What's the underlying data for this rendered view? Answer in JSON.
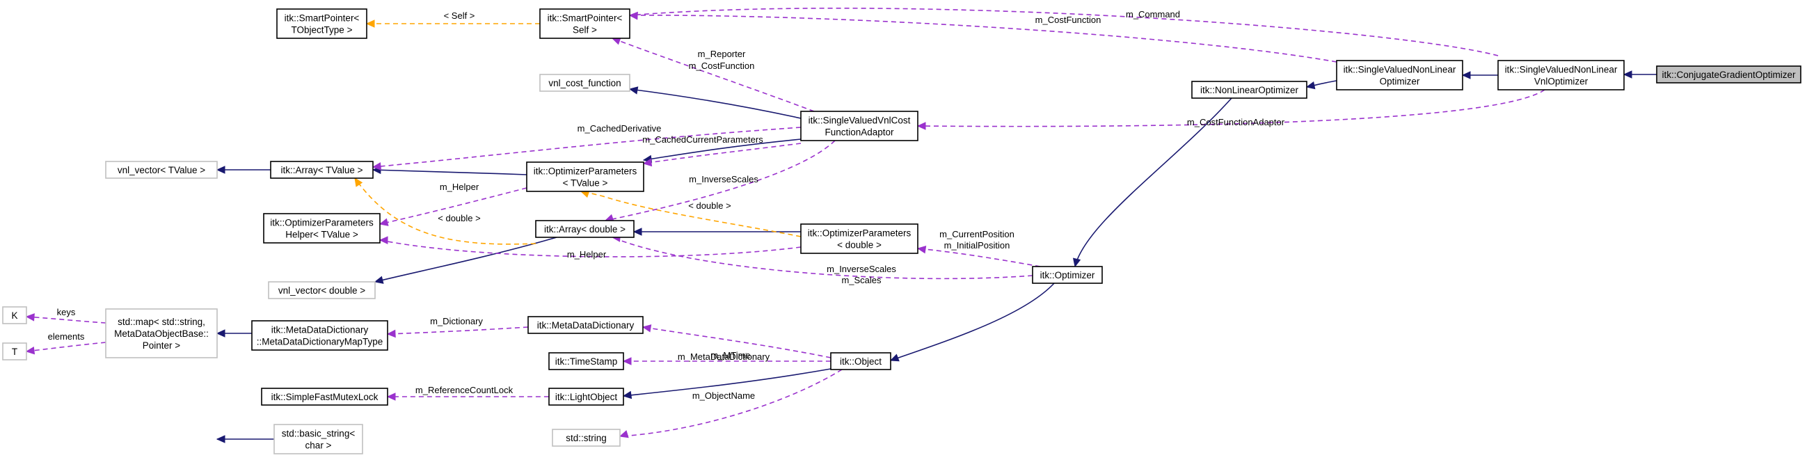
{
  "nodes": [
    {
      "id": "cgo",
      "lines": [
        "itk::ConjugateGradientOptimizer"
      ],
      "style": "root"
    },
    {
      "id": "svnlvo",
      "lines": [
        "itk::SingleValuedNonLinear",
        "VnlOptimizer"
      ],
      "style": "normal"
    },
    {
      "id": "svnlo",
      "lines": [
        "itk::SingleValuedNonLinear",
        "Optimizer"
      ],
      "style": "normal"
    },
    {
      "id": "nlo",
      "lines": [
        "itk::NonLinearOptimizer"
      ],
      "style": "normal"
    },
    {
      "id": "opt",
      "lines": [
        "itk::Optimizer"
      ],
      "style": "normal"
    },
    {
      "id": "obj",
      "lines": [
        "itk::Object"
      ],
      "style": "normal"
    },
    {
      "id": "lobj",
      "lines": [
        "itk::LightObject"
      ],
      "style": "normal"
    },
    {
      "id": "sfml",
      "lines": [
        "itk::SimpleFastMutexLock"
      ],
      "style": "normal"
    },
    {
      "id": "ts",
      "lines": [
        "itk::TimeStamp"
      ],
      "style": "normal"
    },
    {
      "id": "mdd",
      "lines": [
        "itk::MetaDataDictionary"
      ],
      "style": "normal"
    },
    {
      "id": "mddmt",
      "lines": [
        "itk::MetaDataDictionary",
        "::MetaDataDictionaryMapType"
      ],
      "style": "normal"
    },
    {
      "id": "stdmap",
      "lines": [
        "std::map< std::string,",
        "MetaDataObjectBase::",
        "Pointer >"
      ],
      "style": "external"
    },
    {
      "id": "k",
      "lines": [
        "K"
      ],
      "style": "external"
    },
    {
      "id": "t",
      "lines": [
        "T"
      ],
      "style": "external"
    },
    {
      "id": "stdstring",
      "lines": [
        "std::string"
      ],
      "style": "external"
    },
    {
      "id": "basicstr",
      "lines": [
        "std::basic_string<",
        "char >"
      ],
      "style": "external"
    },
    {
      "id": "spt",
      "lines": [
        "itk::SmartPointer<",
        "TObjectType >"
      ],
      "style": "normal"
    },
    {
      "id": "sps",
      "lines": [
        "itk::SmartPointer<",
        "Self >"
      ],
      "style": "normal"
    },
    {
      "id": "vcf",
      "lines": [
        "vnl_cost_function"
      ],
      "style": "external"
    },
    {
      "id": "svcfa",
      "lines": [
        "itk::SingleValuedVnlCost",
        "FunctionAdaptor"
      ],
      "style": "normal"
    },
    {
      "id": "vnlvt",
      "lines": [
        "vnl_vector< TValue >"
      ],
      "style": "external"
    },
    {
      "id": "arrt",
      "lines": [
        "itk::Array< TValue >"
      ],
      "style": "normal"
    },
    {
      "id": "opt_t",
      "lines": [
        "itk::OptimizerParameters",
        "< TValue >"
      ],
      "style": "normal"
    },
    {
      "id": "oph",
      "lines": [
        "itk::OptimizerParameters",
        "Helper< TValue >"
      ],
      "style": "normal"
    },
    {
      "id": "arrd",
      "lines": [
        "itk::Array< double >"
      ],
      "style": "normal"
    },
    {
      "id": "opd",
      "lines": [
        "itk::OptimizerParameters",
        "< double >"
      ],
      "style": "normal"
    },
    {
      "id": "vnlvd",
      "lines": [
        "vnl_vector< double >"
      ],
      "style": "external"
    }
  ],
  "edges": [
    {
      "id": "e1",
      "type": "inherit",
      "labels": []
    },
    {
      "id": "e2",
      "type": "inherit",
      "labels": []
    },
    {
      "id": "e3",
      "type": "inherit",
      "labels": []
    },
    {
      "id": "e4",
      "type": "inherit",
      "labels": []
    },
    {
      "id": "e5",
      "type": "inherit",
      "labels": []
    },
    {
      "id": "e6",
      "type": "inherit",
      "labels": []
    },
    {
      "id": "e7",
      "type": "inherit",
      "labels": []
    },
    {
      "id": "e8",
      "type": "inherit",
      "labels": []
    },
    {
      "id": "e9",
      "type": "inherit",
      "labels": []
    },
    {
      "id": "e10",
      "type": "inherit",
      "labels": []
    },
    {
      "id": "e11",
      "type": "inherit",
      "labels": []
    },
    {
      "id": "e12",
      "type": "inherit",
      "labels": []
    },
    {
      "id": "e13",
      "type": "inherit",
      "labels": []
    },
    {
      "id": "e14",
      "type": "inherit",
      "labels": []
    },
    {
      "id": "e15",
      "type": "template",
      "labels": [
        "< Self >"
      ]
    },
    {
      "id": "e16",
      "type": "template",
      "labels": [
        "< double >"
      ]
    },
    {
      "id": "e17",
      "type": "template",
      "labels": [
        "< double >"
      ]
    },
    {
      "id": "e18",
      "type": "usage",
      "labels": [
        "m_CostFunction"
      ]
    },
    {
      "id": "e19",
      "type": "usage",
      "labels": [
        "m_Command"
      ]
    },
    {
      "id": "e20",
      "type": "usage",
      "labels": [
        "m_Reporter",
        "m_CostFunction"
      ]
    },
    {
      "id": "e21",
      "type": "usage",
      "labels": [
        "m_CostFunctionAdaptor"
      ]
    },
    {
      "id": "e22",
      "type": "usage",
      "labels": [
        "m_CachedDerivative"
      ]
    },
    {
      "id": "e23",
      "type": "usage",
      "labels": [
        "m_CachedCurrentParameters"
      ]
    },
    {
      "id": "e24",
      "type": "usage",
      "labels": [
        "m_InverseScales"
      ]
    },
    {
      "id": "e25",
      "type": "usage",
      "labels": [
        "m_Helper"
      ]
    },
    {
      "id": "e26",
      "type": "usage",
      "labels": [
        "m_Helper"
      ]
    },
    {
      "id": "e27",
      "type": "usage",
      "labels": [
        "m_CurrentPosition",
        "m_InitialPosition"
      ]
    },
    {
      "id": "e28",
      "type": "usage",
      "labels": [
        "m_InverseScales",
        "m_Scales"
      ]
    },
    {
      "id": "e29",
      "type": "usage",
      "labels": [
        "m_Dictionary"
      ]
    },
    {
      "id": "e30",
      "type": "usage",
      "labels": [
        "m_MetaDataDictionary"
      ]
    },
    {
      "id": "e31",
      "type": "usage",
      "labels": [
        "m_MTime"
      ]
    },
    {
      "id": "e32",
      "type": "usage",
      "labels": [
        "m_ReferenceCountLock"
      ]
    },
    {
      "id": "e33",
      "type": "usage",
      "labels": [
        "m_ObjectName"
      ]
    },
    {
      "id": "e34",
      "type": "usage",
      "labels": [
        "keys"
      ]
    },
    {
      "id": "e35",
      "type": "usage",
      "labels": [
        "elements"
      ]
    }
  ]
}
